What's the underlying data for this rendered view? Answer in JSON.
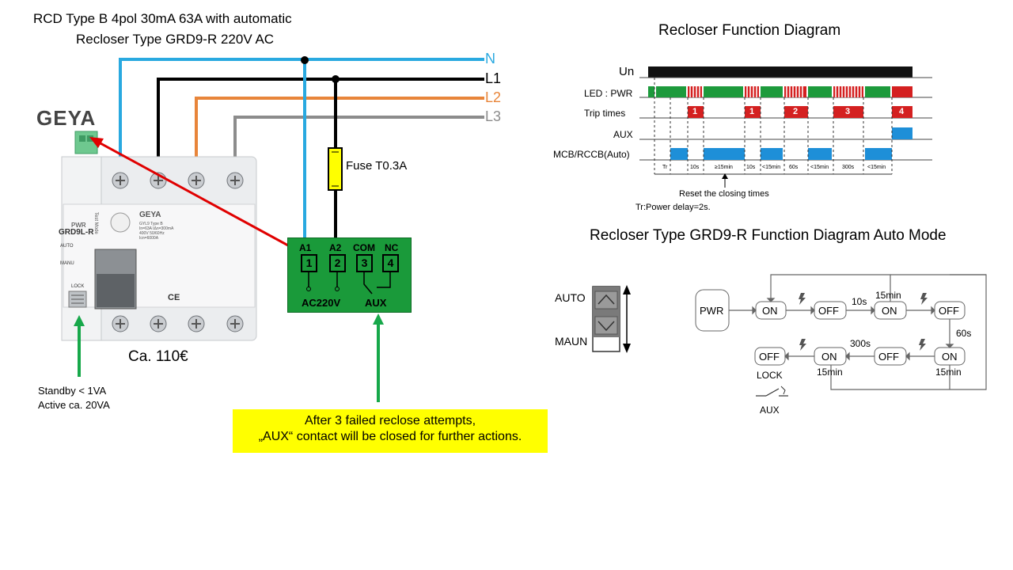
{
  "title": {
    "line1": "RCD Type B  4pol 30mA 63A with automatic",
    "line2": "Recloser  Type GRD9-R  220V AC"
  },
  "lines": {
    "n": "N",
    "l1": "L1",
    "l2": "L2",
    "l3": "L3"
  },
  "colors": {
    "n": "#29a9e0",
    "l1": "#000000",
    "l2": "#e8853a",
    "l3": "#8c8c8c",
    "module": "#1a9a3a",
    "callout": "#ffff00",
    "arrow_red": "#e00000",
    "arrow_green": "#17a84a"
  },
  "brand": "GEYA",
  "device": {
    "model": "GRD9L-R",
    "pwr": "PWR",
    "auto": "AUTO",
    "manu": "MANU",
    "lock": "LOCK",
    "test": "Test Mode",
    "brand_small": "GEYA",
    "rating1": "GYL9  Type B",
    "rating2": "In=63A  IΔn=300mA",
    "rating3": "400V  50/60Hz",
    "rating4": "Icn=6000A",
    "ce": "CE"
  },
  "price": "Ca. 110€",
  "fuse": "Fuse T0.3A",
  "module": {
    "a1": "A1",
    "a2": "A2",
    "com": "COM",
    "nc": "NC",
    "t1": "1",
    "t2": "2",
    "t3": "3",
    "t4": "4",
    "ac": "AC220V",
    "aux": "AUX"
  },
  "standby": {
    "line1": "Standby < 1VA",
    "line2": "Active ca. 20VA"
  },
  "callout": {
    "line1": "After 3 failed reclose attempts,",
    "line2": "„AUX“ contact will be closed for further actions."
  },
  "timing": {
    "title": "Recloser Function Diagram",
    "rows": [
      "Un",
      "LED : PWR",
      "Trip  times",
      "AUX",
      "MCB/RCCB(Auto)"
    ],
    "trips": [
      "1",
      "1",
      "2",
      "3",
      "4"
    ],
    "intervals": [
      "Tr",
      "10s",
      "≥15min",
      "10s",
      "<15min",
      "60s",
      "<15min",
      "300s",
      "<15min"
    ],
    "reset": "Reset the closing times",
    "tr_note": "Tr:Power delay=2s."
  },
  "auto_mode": {
    "title": "Recloser  Type GRD9-R Function Diagram  Auto Mode",
    "switch_auto": "AUTO",
    "switch_maun": "MAUN",
    "pwr": "PWR",
    "on": "ON",
    "off": "OFF",
    "t10s": "10s",
    "t15min": "15min",
    "t60s": "60s",
    "t300s": "300s",
    "lock": "LOCK",
    "aux": "AUX"
  }
}
